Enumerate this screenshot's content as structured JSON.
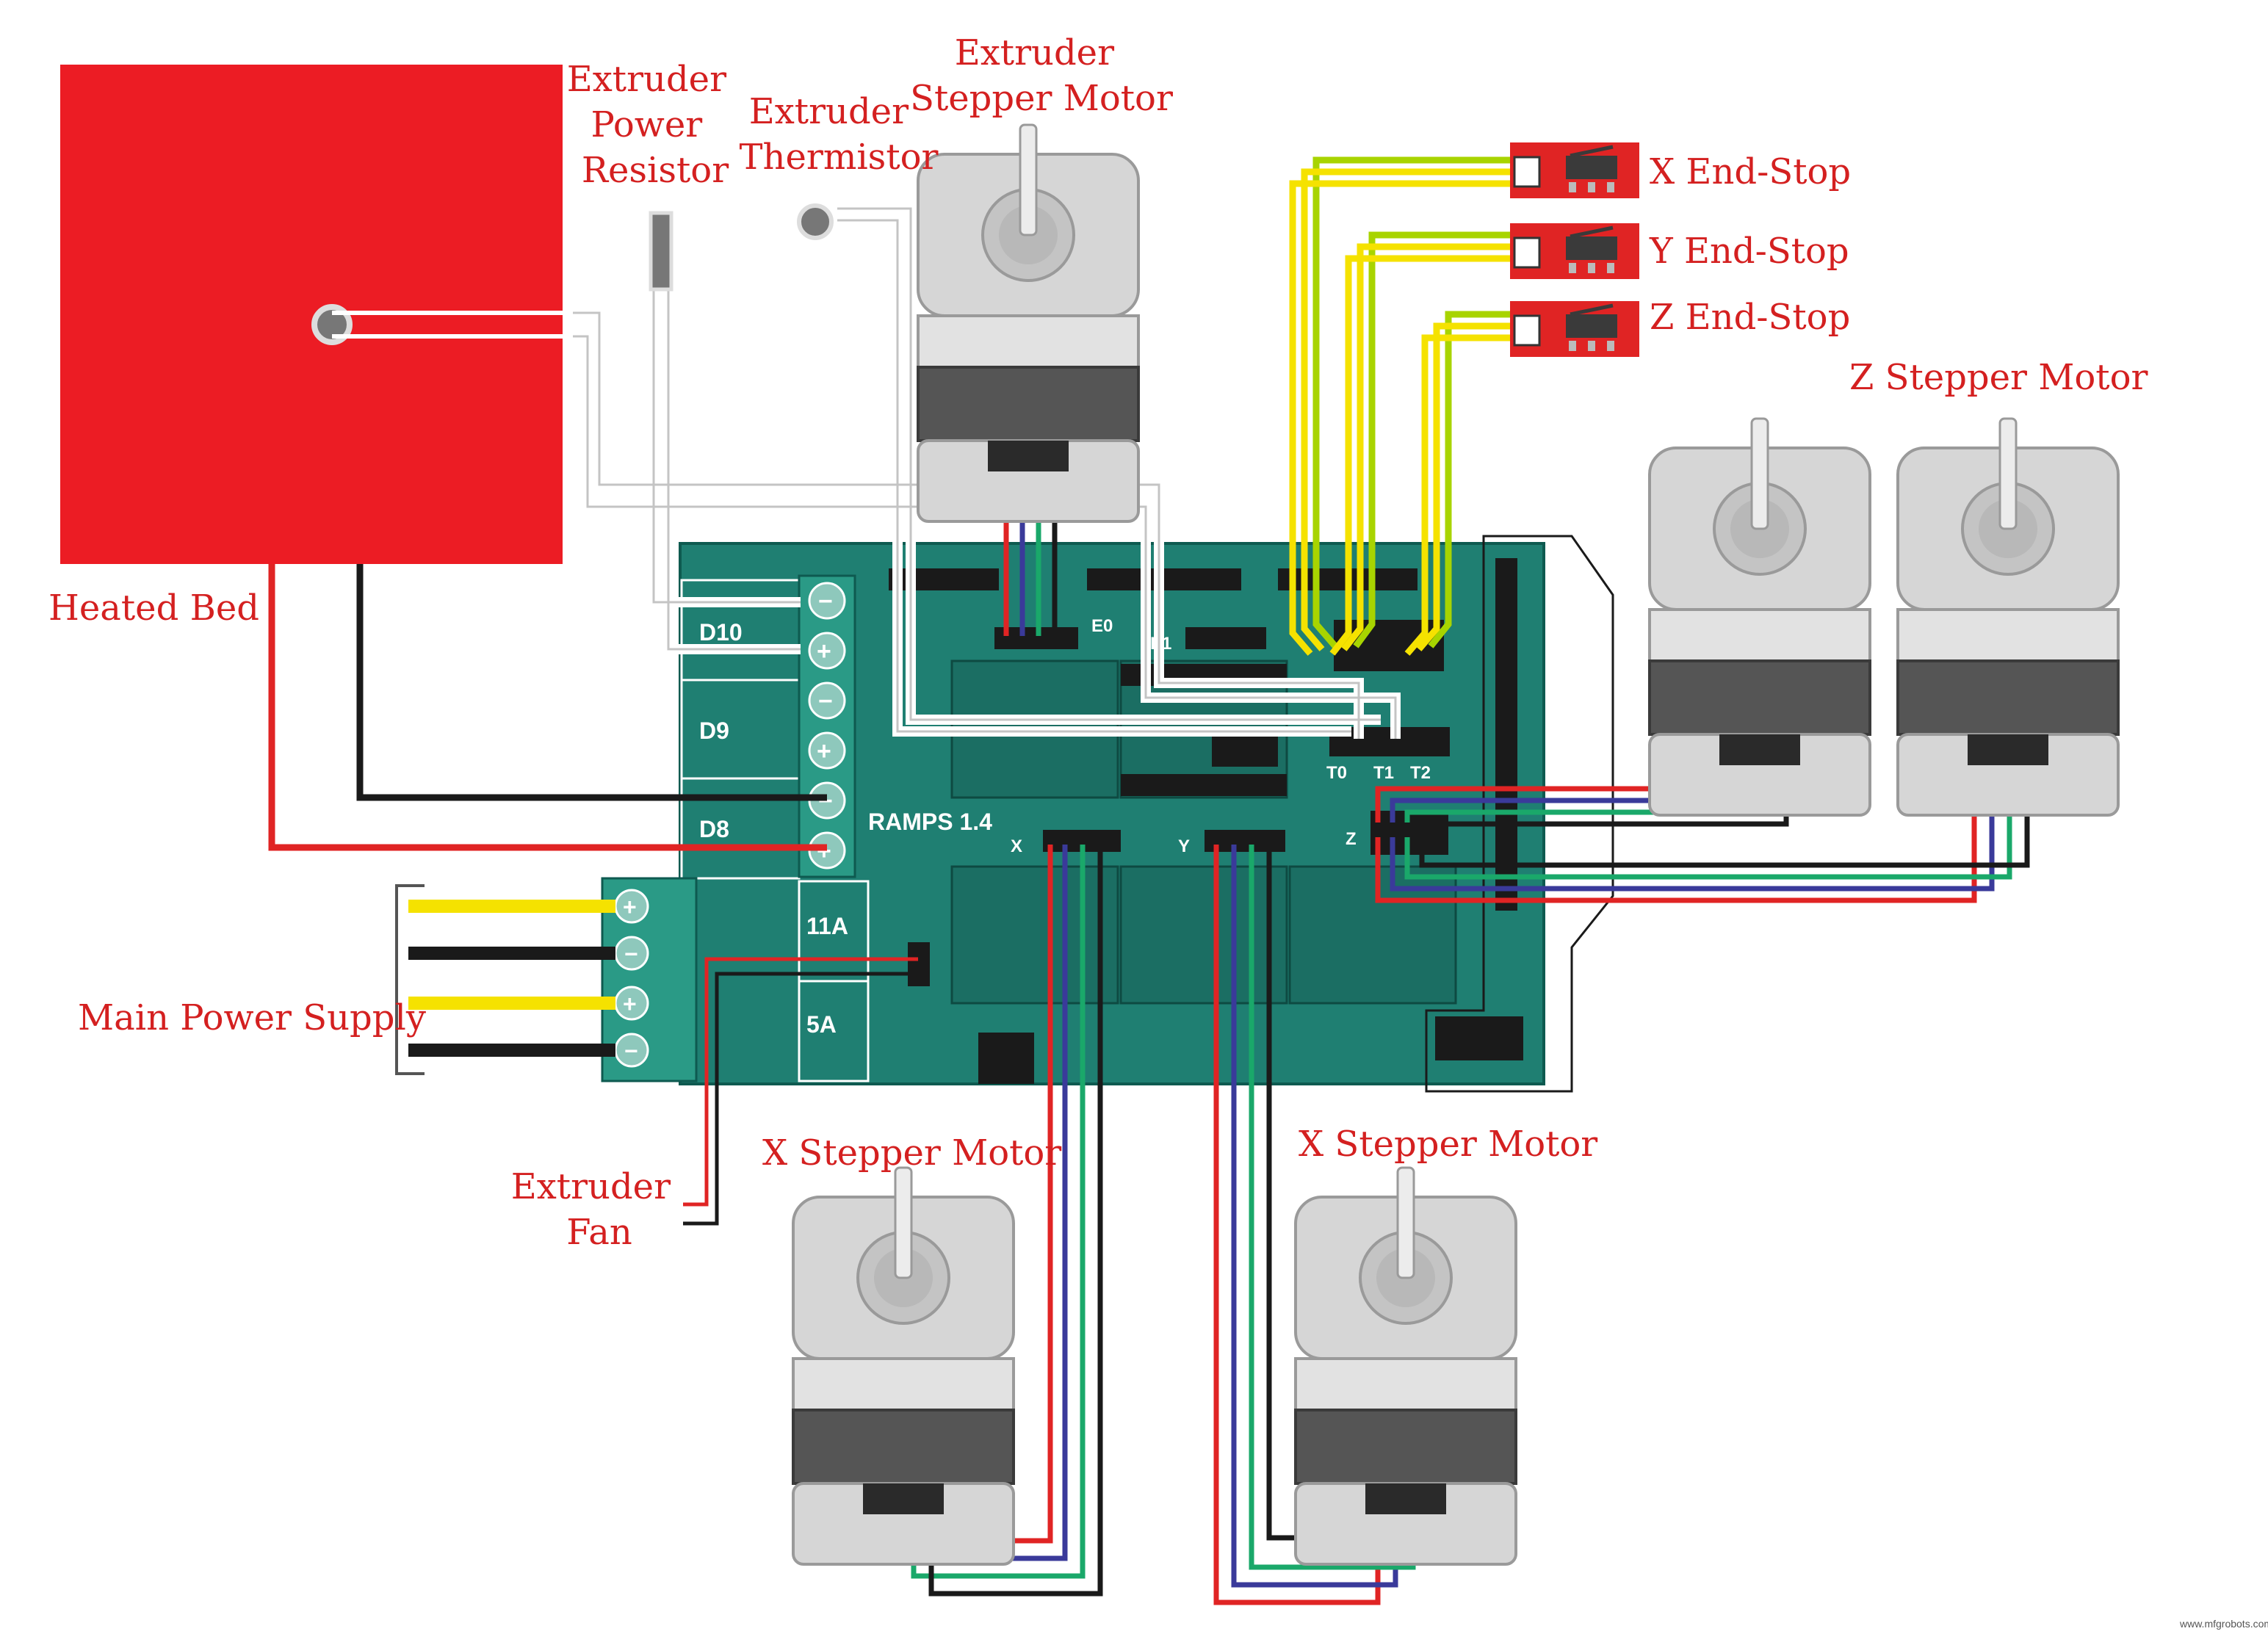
{
  "labels": {
    "heated_bed": "Heated Bed",
    "extruder_power_resistor": [
      "Extruder",
      "Power",
      "Resistor"
    ],
    "extruder_thermistor": [
      "Extruder",
      "Thermistor"
    ],
    "extruder_stepper_motor": [
      "Extruder",
      "Stepper Motor"
    ],
    "x_end_stop": "X End-Stop",
    "y_end_stop": "Y End-Stop",
    "z_end_stop": "Z End-Stop",
    "z_stepper_motor": "Z Stepper Motor",
    "main_power_supply": "Main Power Supply",
    "extruder_fan": [
      "Extruder",
      "Fan"
    ],
    "x_stepper_motor_left": "X Stepper Motor",
    "x_stepper_motor_right": "X Stepper Motor"
  },
  "board": {
    "name": "RAMPS 1.4",
    "outputs": [
      "D10",
      "D9",
      "D8"
    ],
    "fuses": [
      "11A",
      "5A"
    ],
    "driver_labels": [
      "E0",
      "E1",
      "X",
      "Y",
      "Z"
    ],
    "thermistor_headers": [
      "T0",
      "T1",
      "T2"
    ],
    "terminal_symbols": [
      "−",
      "+",
      "−",
      "+",
      "−",
      "+"
    ],
    "psu_symbols": [
      "+",
      "−",
      "+",
      "−"
    ]
  },
  "watermark": "www.mfgrobots.com",
  "colors": {
    "label": "#d42020",
    "bed": "#ec1c24",
    "board": "#1f7f72",
    "terminal": "#2a9a86",
    "wire_red": "#e02424",
    "wire_blue": "#3a3a9a",
    "wire_green": "#1aa86a",
    "wire_black": "#1a1a1a",
    "wire_yellow": "#f5e200",
    "wire_lime": "#a8d400",
    "endstop": "#e02424"
  }
}
